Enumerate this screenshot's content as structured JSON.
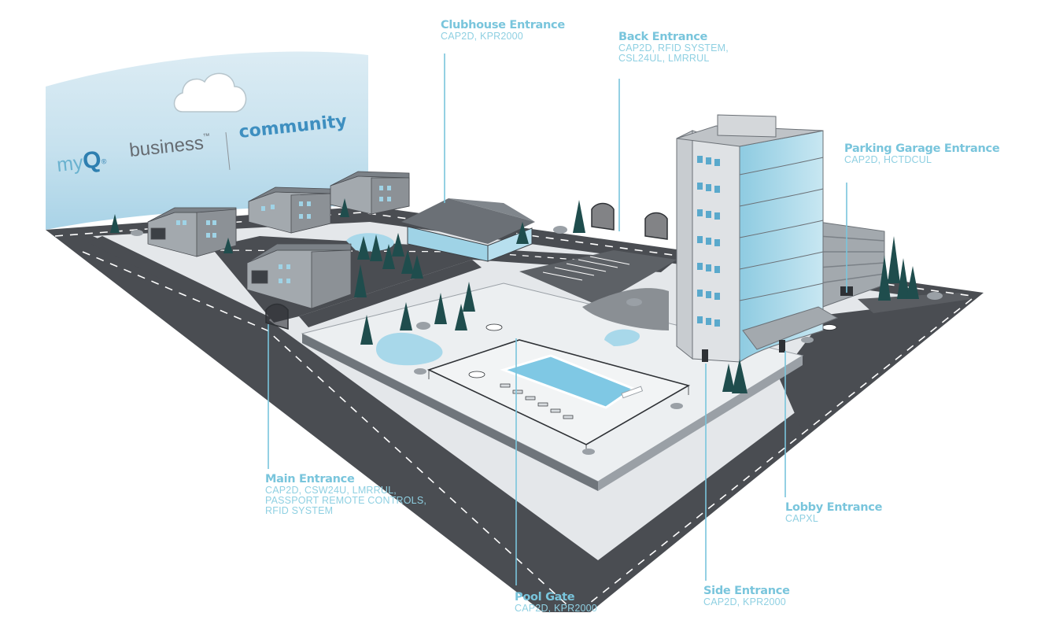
{
  "brand": {
    "my": "my",
    "q": "Q",
    "reg": "®",
    "business": "business",
    "tm": "™",
    "community": "community"
  },
  "callouts": [
    {
      "id": "clubhouse",
      "title": "Clubhouse Entrance",
      "detail": [
        "CAP2D, KPR2000"
      ]
    },
    {
      "id": "back",
      "title": "Back Entrance",
      "detail": [
        "CAP2D, RFID SYSTEM,",
        "CSL24UL, LMRRUL"
      ]
    },
    {
      "id": "parking",
      "title": "Parking Garage Entrance",
      "detail": [
        "CAP2D, HCTDCUL"
      ]
    },
    {
      "id": "main",
      "title": "Main Entrance",
      "detail": [
        "CAP2D, CSW24U, LMRRUL,",
        "PASSPORT REMOTE CONTROLS,",
        "RFID SYSTEM"
      ]
    },
    {
      "id": "lobby",
      "title": "Lobby Entrance",
      "detail": [
        "CAPXL"
      ]
    },
    {
      "id": "pool",
      "title": "Pool Gate",
      "detail": [
        "CAP2D, KPR2000"
      ]
    },
    {
      "id": "side",
      "title": "Side Entrance",
      "detail": [
        "CAP2D, KPR2000"
      ]
    }
  ],
  "colors": {
    "accent": "#79c5dc",
    "road": "#4a4d52",
    "ground": "#e4e7ea",
    "water": "#a8d8ea",
    "tree": "#1f4d4d",
    "building": "#8c9196"
  }
}
